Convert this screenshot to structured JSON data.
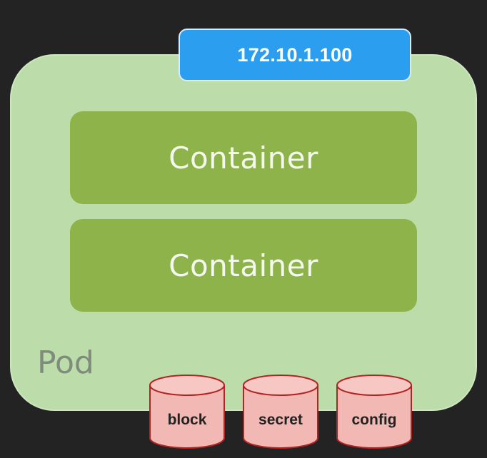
{
  "pod": {
    "label": "Pod",
    "ip_address": "172.10.1.100",
    "containers": [
      {
        "label": "Container"
      },
      {
        "label": "Container"
      }
    ]
  },
  "volumes": [
    {
      "label": "block"
    },
    {
      "label": "secret"
    },
    {
      "label": "config"
    }
  ],
  "colors": {
    "background": "#232323",
    "pod_fill": "#bcdcaa",
    "ip_badge": "#2b9ef0",
    "container_fill": "#8db34a",
    "volume_fill": "#f2b8b4",
    "volume_stroke": "#b22424"
  }
}
